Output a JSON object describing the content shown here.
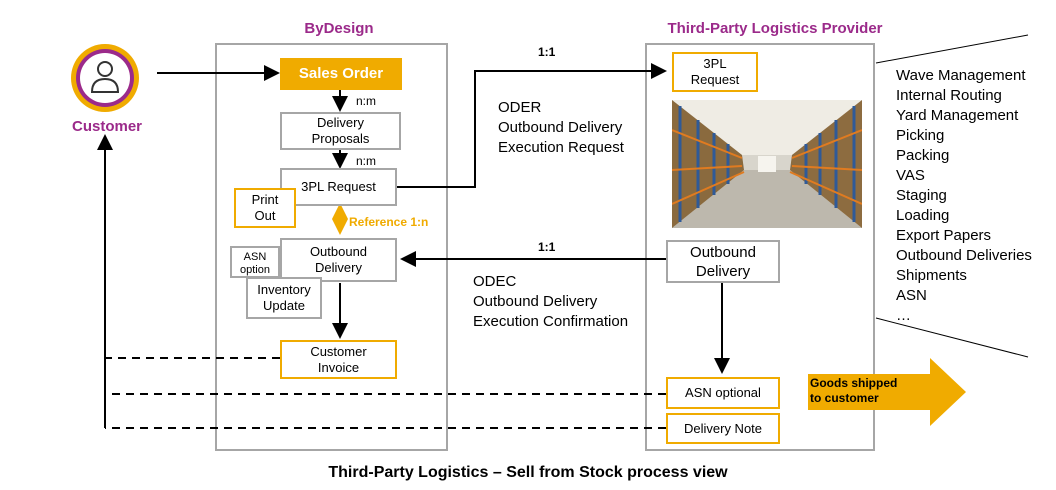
{
  "actor": {
    "label": "Customer",
    "icon": "person-icon"
  },
  "columns": {
    "left": "ByDesign",
    "right": "Third-Party Logistics Provider"
  },
  "bydesign": {
    "sales_order": "Sales Order",
    "nm1": "n:m",
    "delivery_proposals": "Delivery\nProposals",
    "nm2": "n:m",
    "request": "3PL Request",
    "print_out": "Print\nOut",
    "reference": "Reference 1:n",
    "asn_option": "ASN\noption",
    "outbound_delivery": "Outbound\nDelivery",
    "inventory_update": "Inventory\nUpdate",
    "customer_invoice": "Customer\nInvoice"
  },
  "messages": {
    "oder_ratio": "1:1",
    "oder_text": "ODER\nOutbound Delivery\nExecution Request",
    "odec_ratio": "1:1",
    "odec_text": "ODEC\nOutbound Delivery\nExecution Confirmation"
  },
  "provider": {
    "request": "3PL\nRequest",
    "outbound_delivery": "Outbound\nDelivery",
    "asn_optional": "ASN optional",
    "delivery_note": "Delivery Note"
  },
  "activities": [
    "Wave Management",
    "Internal Routing",
    "Yard Management",
    "Picking",
    "Packing",
    "VAS",
    "Staging",
    "Loading",
    "Export Papers",
    "Outbound Deliveries",
    "Shipments",
    "ASN",
    "…"
  ],
  "goods_arrow": "Goods shipped\nto customer",
  "footer_title": "Third-Party Logistics – Sell from Stock process view",
  "colors": {
    "accent": "#f0ab00",
    "title": "#9b2a8a",
    "border": "#a6a6a6"
  }
}
